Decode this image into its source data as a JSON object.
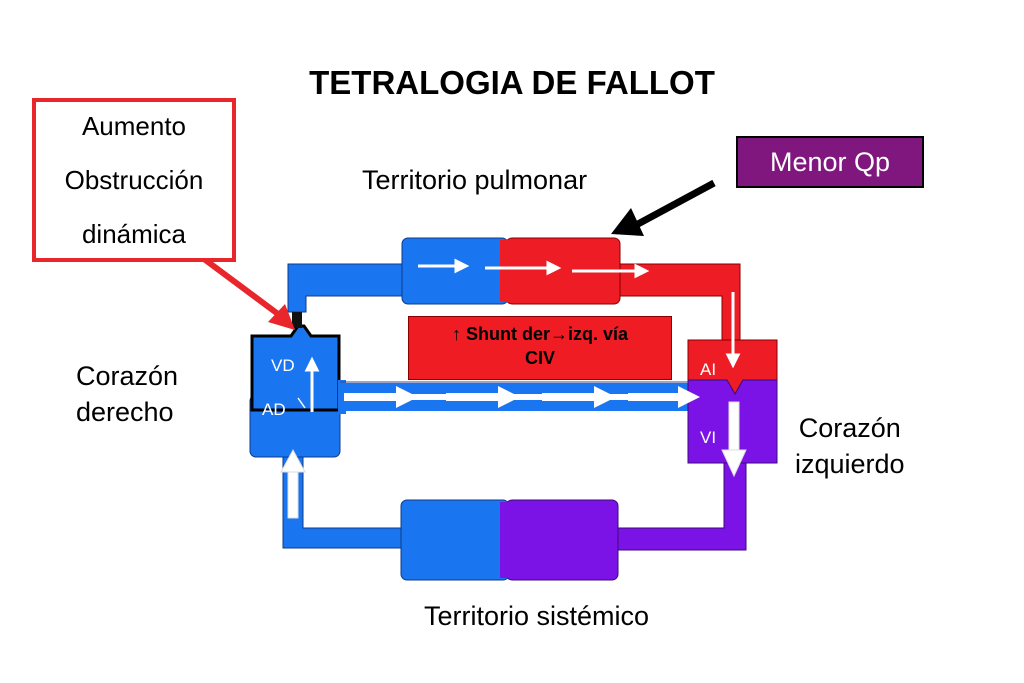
{
  "title": "TETRALOGIA DE FALLOT",
  "labels": {
    "territorio_pulmonar": "Territorio pulmonar",
    "territorio_sistemico": "Territorio sistémico",
    "corazon_derecho_1": "Corazón",
    "corazon_derecho_2": "derecho",
    "corazon_izquierdo_1": "Corazón",
    "corazon_izquierdo_2": "izquierdo"
  },
  "callouts": {
    "aumento": [
      "Aumento",
      "Obstrucción",
      "dinámica"
    ],
    "menor_qp": "Menor Qp",
    "shunt_arrow": "↑",
    "shunt_line1": "Shunt der",
    "shunt_line1_b": "izq. vía",
    "shunt_line2": "CIV"
  },
  "chambers": {
    "vd": "VD",
    "ad": "AD",
    "ai": "AI",
    "vi": "VI"
  },
  "colors": {
    "venous_blue": "#1a75f0",
    "arterial_red": "#ee1c24",
    "mixed_purple": "#7b12e6",
    "callout_red": "#e8262b",
    "callout_purple": "#7f177e"
  }
}
